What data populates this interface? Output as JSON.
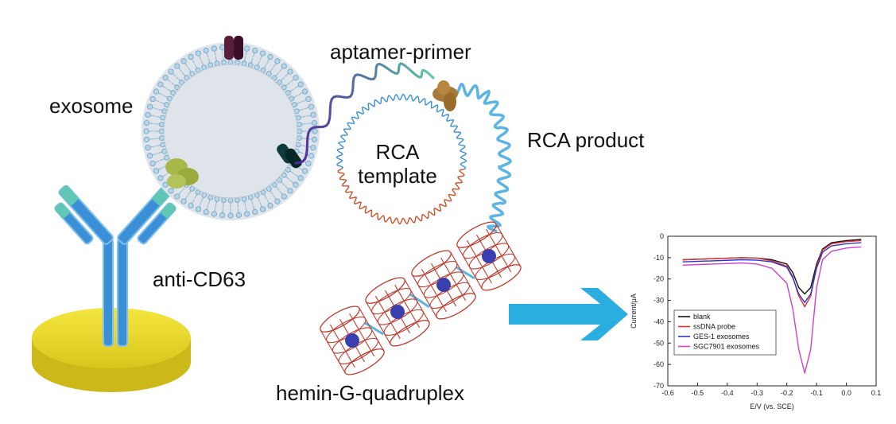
{
  "labels": {
    "exosome": "exosome",
    "aptamer_primer": "aptamer-primer",
    "rca_template_line1": "RCA",
    "rca_template_line2": "template",
    "rca_product": "RCA product",
    "anti_cd63": "anti-CD63",
    "hemin": "hemin-G-quadruplex"
  },
  "colors": {
    "membrane": "#9fc9e0",
    "vesicle_fill": "#dfe3ea",
    "antibody": "#3a8fd6",
    "antibody_tip": "#5fc7b4",
    "electrode": "#f2e33a",
    "rca_product": "#5ab4e6",
    "quadruplex": "#c0392b",
    "hemin": "#3a3fb0",
    "arrow": "#2aaee0"
  },
  "chart_data": {
    "type": "line",
    "xlabel": "E/V (vs. SCE)",
    "ylabel": "Current/μA",
    "xlim": [
      -0.6,
      0.1
    ],
    "ylim": [
      -70,
      0
    ],
    "xticks": [
      "-0.6",
      "-0.5",
      "-0.4",
      "-0.3",
      "-0.2",
      "-0.1",
      "0.0",
      "0.1"
    ],
    "yticks": [
      "0",
      "-10",
      "-20",
      "-30",
      "-40",
      "-50",
      "-60",
      "-70"
    ],
    "xtick_values": [
      -0.6,
      -0.5,
      -0.4,
      -0.3,
      -0.2,
      -0.1,
      0.0,
      0.1
    ],
    "ytick_values": [
      0,
      -10,
      -20,
      -30,
      -40,
      -50,
      -60,
      -70
    ],
    "x": [
      -0.55,
      -0.45,
      -0.35,
      -0.3,
      -0.25,
      -0.2,
      -0.18,
      -0.16,
      -0.14,
      -0.12,
      -0.1,
      -0.08,
      -0.05,
      0.0,
      0.05
    ],
    "series": [
      {
        "name": "blank",
        "color": "#111111",
        "values": [
          -11,
          -10.5,
          -10,
          -10.2,
          -11,
          -13,
          -17,
          -24,
          -27,
          -24,
          -13,
          -6,
          -3,
          -2,
          -1.5
        ]
      },
      {
        "name": "ssDNA probe",
        "color": "#e03030",
        "values": [
          -11,
          -10.5,
          -10,
          -10.2,
          -11.5,
          -14,
          -19,
          -28,
          -33,
          -28,
          -14,
          -6.5,
          -3.5,
          -2.5,
          -2
        ]
      },
      {
        "name": "GES-1 exosomes",
        "color": "#2a35c8",
        "values": [
          -12,
          -11.5,
          -11,
          -11.2,
          -12,
          -14.5,
          -19.5,
          -27,
          -31,
          -27,
          -15,
          -7.5,
          -4.5,
          -3.5,
          -3
        ]
      },
      {
        "name": "SGC7901 exosomes",
        "color": "#d040c8",
        "values": [
          -13.5,
          -13,
          -12.5,
          -13,
          -15,
          -22,
          -34,
          -53,
          -64,
          -53,
          -24,
          -11,
          -7,
          -5.5,
          -5
        ]
      }
    ],
    "legend": "lower-left"
  }
}
